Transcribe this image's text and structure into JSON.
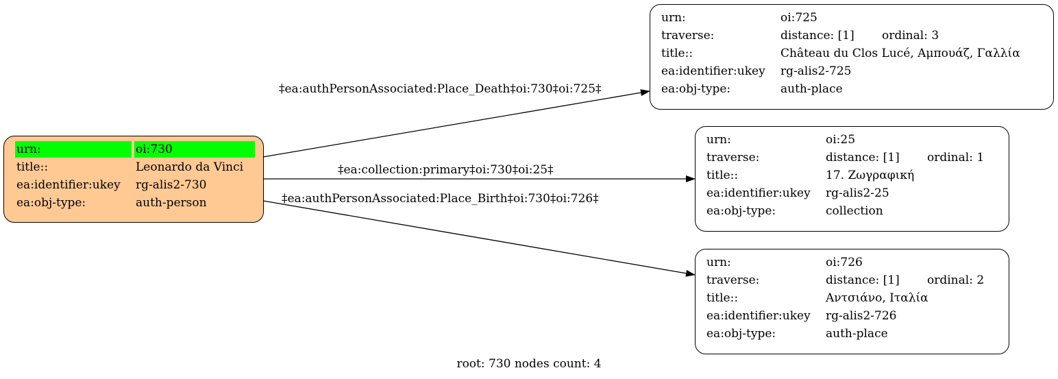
{
  "graph": {
    "root": {
      "urn_key": "urn:",
      "urn_val": "oi:730",
      "title_key": "title::",
      "title_val": "Leonardo da Vinci",
      "ukey_key": "ea:identifier:ukey",
      "ukey_val": "rg-alis2-730",
      "type_key": "ea:obj-type:",
      "type_val": "auth-person",
      "highlight_color": "#00ff00",
      "fill_color": "#ffc994"
    },
    "nodes": [
      {
        "urn_key": "urn:",
        "urn_val": "oi:725",
        "traverse_key": "traverse:",
        "distance": "distance: [1]",
        "ordinal": "ordinal: 3",
        "title_key": "title::",
        "title_val": "Château du Clos Lucé, Αμπουάζ, Γαλλία",
        "ukey_key": "ea:identifier:ukey",
        "ukey_val": "rg-alis2-725",
        "type_key": "ea:obj-type:",
        "type_val": "auth-place"
      },
      {
        "urn_key": "urn:",
        "urn_val": "oi:25",
        "traverse_key": "traverse:",
        "distance": "distance: [1]",
        "ordinal": "ordinal: 1",
        "title_key": "title::",
        "title_val": "17. Ζωγραφική",
        "ukey_key": "ea:identifier:ukey",
        "ukey_val": "rg-alis2-25",
        "type_key": "ea:obj-type:",
        "type_val": "collection"
      },
      {
        "urn_key": "urn:",
        "urn_val": "oi:726",
        "traverse_key": "traverse:",
        "distance": "distance: [1]",
        "ordinal": "ordinal: 2",
        "title_key": "title::",
        "title_val": "Αντσιάνο, Ιταλία",
        "ukey_key": "ea:identifier:ukey",
        "ukey_val": "rg-alis2-726",
        "type_key": "ea:obj-type:",
        "type_val": "auth-place"
      }
    ],
    "edges": [
      {
        "label": "‡ea:authPersonAssociated:Place_Death‡oi:730‡oi:725‡"
      },
      {
        "label": "‡ea:collection:primary‡oi:730‡oi:25‡"
      },
      {
        "label": "‡ea:authPersonAssociated:Place_Birth‡oi:730‡oi:726‡"
      }
    ],
    "footer": "root: 730 nodes count: 4"
  }
}
